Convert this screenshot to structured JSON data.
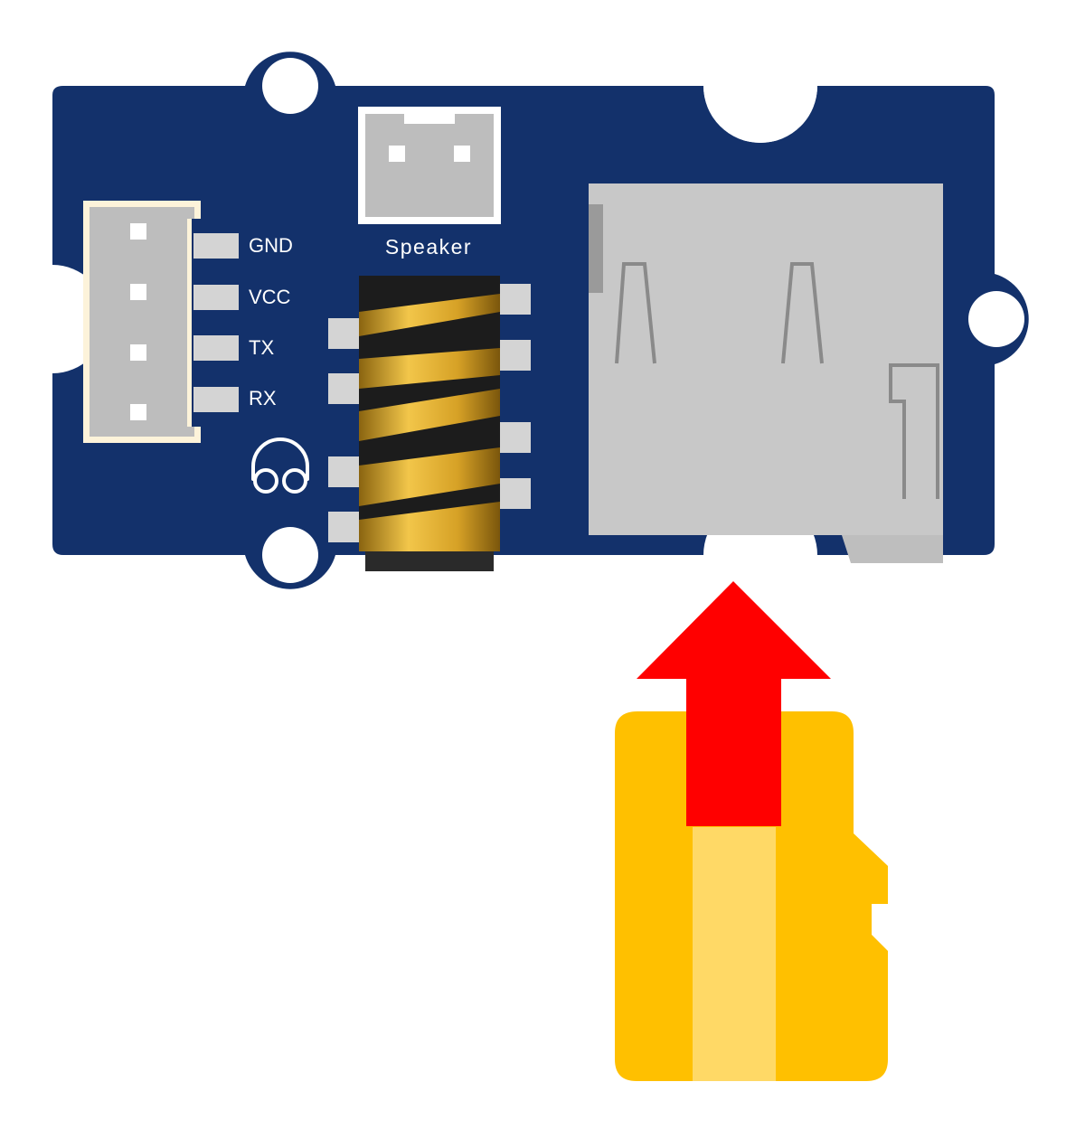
{
  "board": {
    "pins": [
      "GND",
      "VCC",
      "TX",
      "RX"
    ],
    "speaker_label": "Speaker",
    "icons": {
      "headphone": "headphone-icon",
      "insert_arrow": "arrow-up-icon",
      "card": "microsd-card-icon"
    }
  },
  "colors": {
    "pcb": "#13316B",
    "connector": "#BDBDBD",
    "connector_frame": "#FDF3DA",
    "slot": "#C8C8C8",
    "arrow": "#FF0000",
    "card": "#FFC000",
    "card_stripe": "#FFD966",
    "jack_gold": "#D9A420",
    "jack_black": "#222222"
  }
}
